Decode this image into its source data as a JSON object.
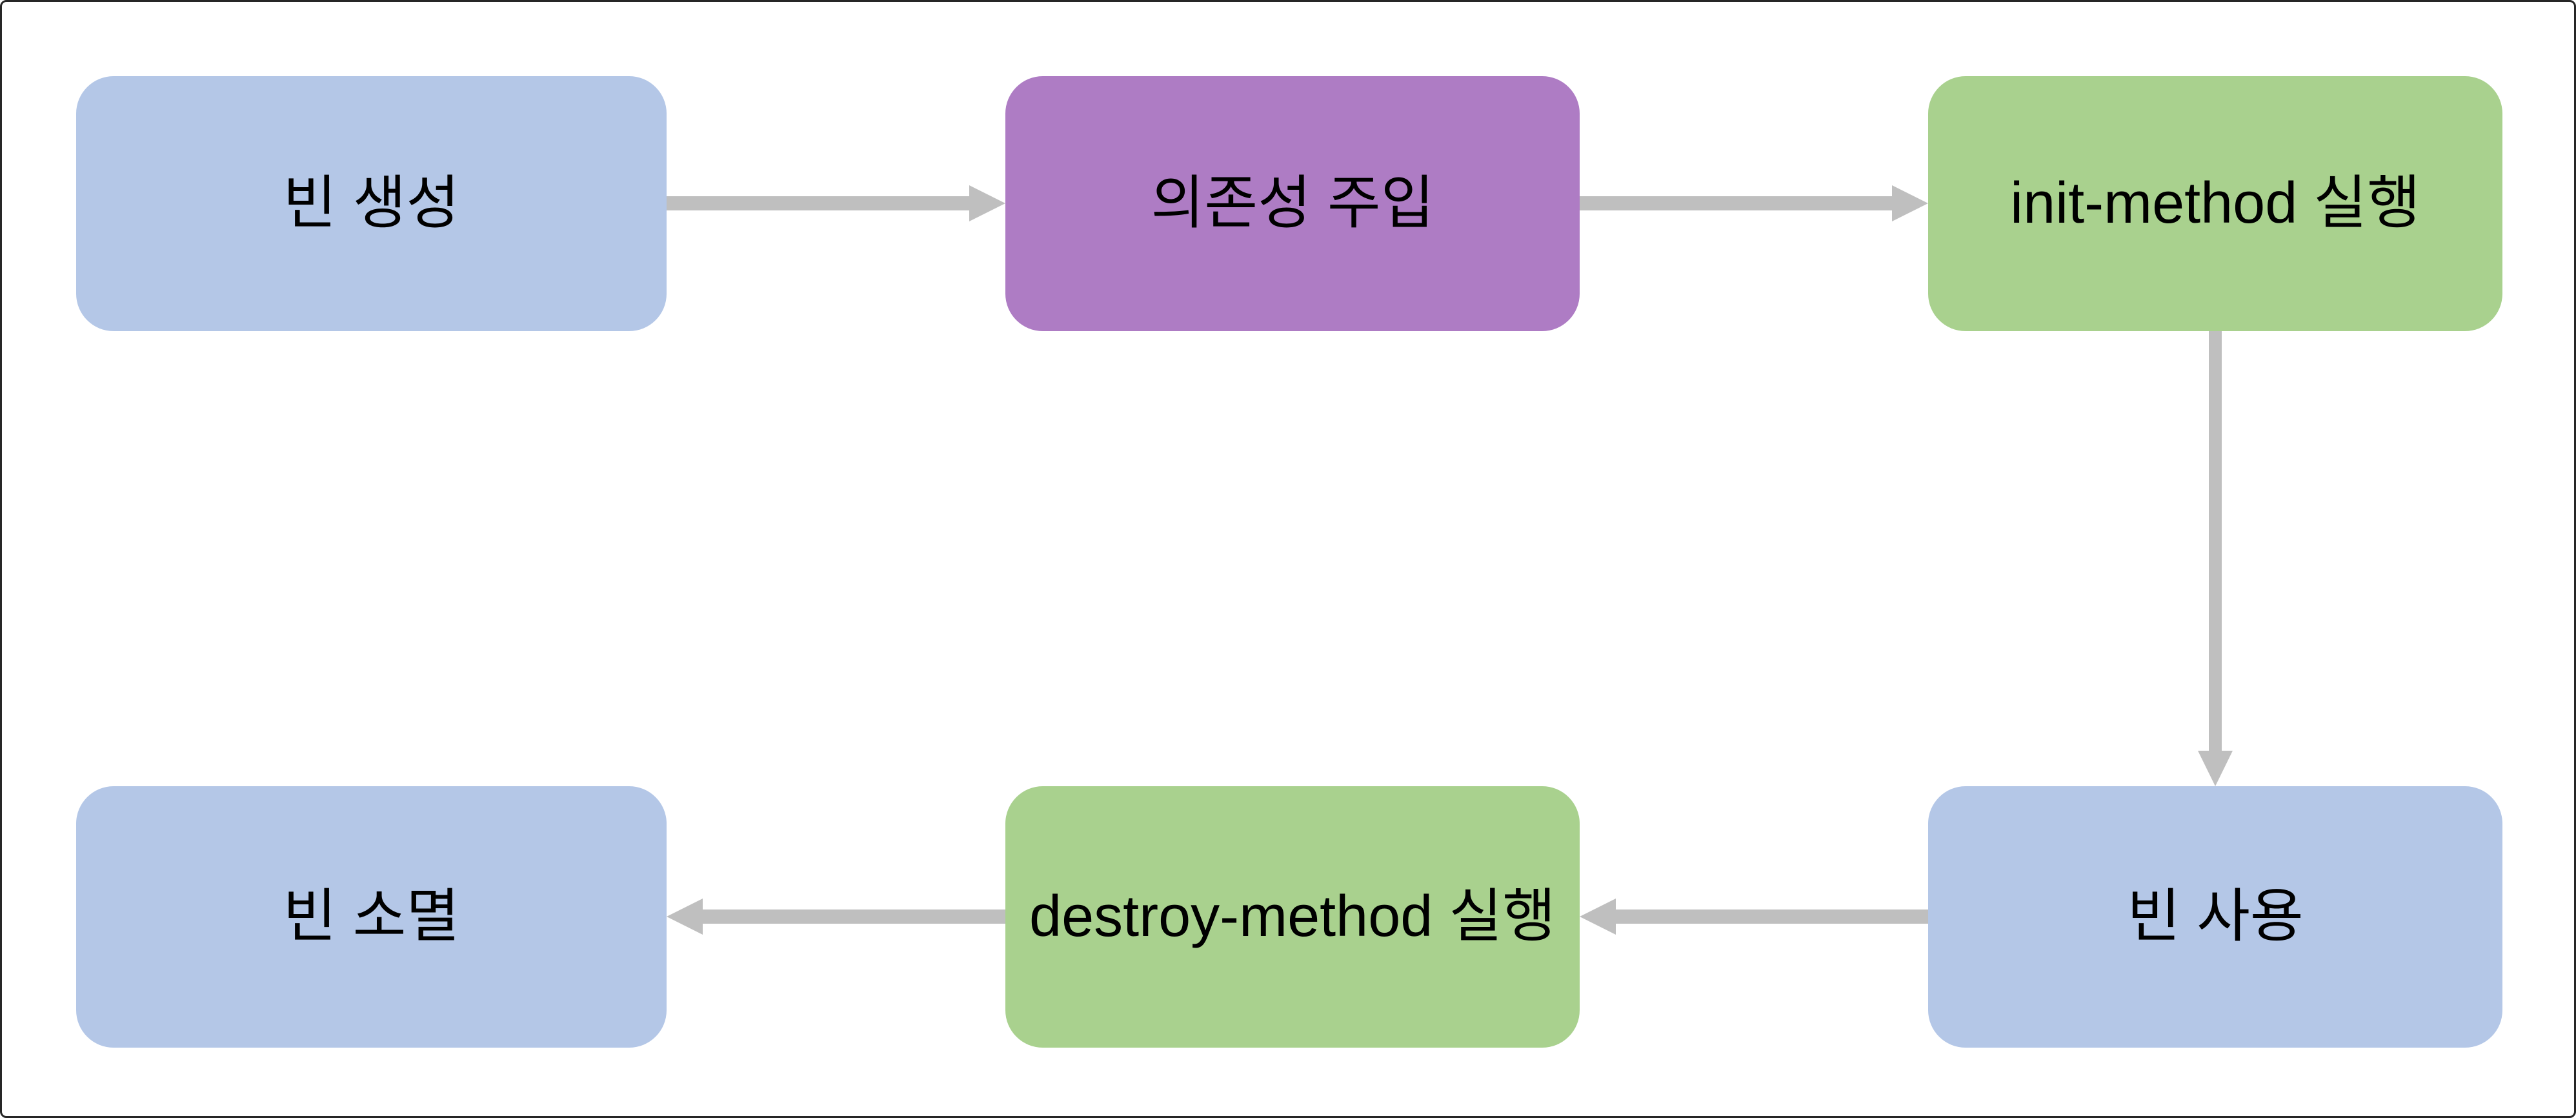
{
  "canvas": {
    "background": "#ffffff",
    "frame_color": "#262626"
  },
  "diagram": {
    "type": "flowchart",
    "arrow_color": "#bfbfbf",
    "text_color": "#000000",
    "nodes": [
      {
        "id": "bean-creation",
        "label": "빈 생성",
        "fill": "#b4c7e7"
      },
      {
        "id": "dependency-injection",
        "label": "의존성 주입",
        "fill": "#ae7cc4"
      },
      {
        "id": "init-method-run",
        "label": "init-method 실행",
        "fill": "#a9d18e"
      },
      {
        "id": "bean-destruction",
        "label": "빈 소멸",
        "fill": "#b4c7e7"
      },
      {
        "id": "destroy-method-run",
        "label": "destroy-method 실행",
        "fill": "#a9d18e"
      },
      {
        "id": "bean-use",
        "label": "빈 사용",
        "fill": "#b4c7e7"
      }
    ],
    "edges": [
      {
        "from": "bean-creation",
        "to": "dependency-injection",
        "direction": "right"
      },
      {
        "from": "dependency-injection",
        "to": "init-method-run",
        "direction": "right"
      },
      {
        "from": "init-method-run",
        "to": "bean-use",
        "direction": "down"
      },
      {
        "from": "bean-use",
        "to": "destroy-method-run",
        "direction": "left"
      },
      {
        "from": "destroy-method-run",
        "to": "bean-destruction",
        "direction": "left"
      }
    ]
  }
}
